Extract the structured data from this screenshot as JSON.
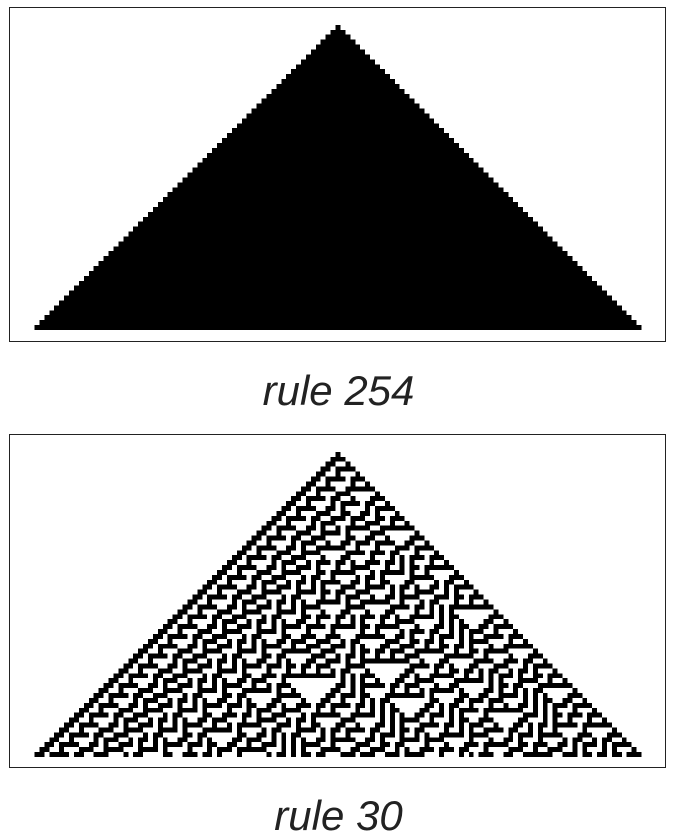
{
  "diagrams": [
    {
      "rule": 254,
      "caption": "rule 254",
      "steps": 62,
      "cell_color": "#000000",
      "background": "#ffffff"
    },
    {
      "rule": 30,
      "caption": "rule 30",
      "steps": 62,
      "cell_color": "#000000",
      "background": "#ffffff"
    }
  ]
}
